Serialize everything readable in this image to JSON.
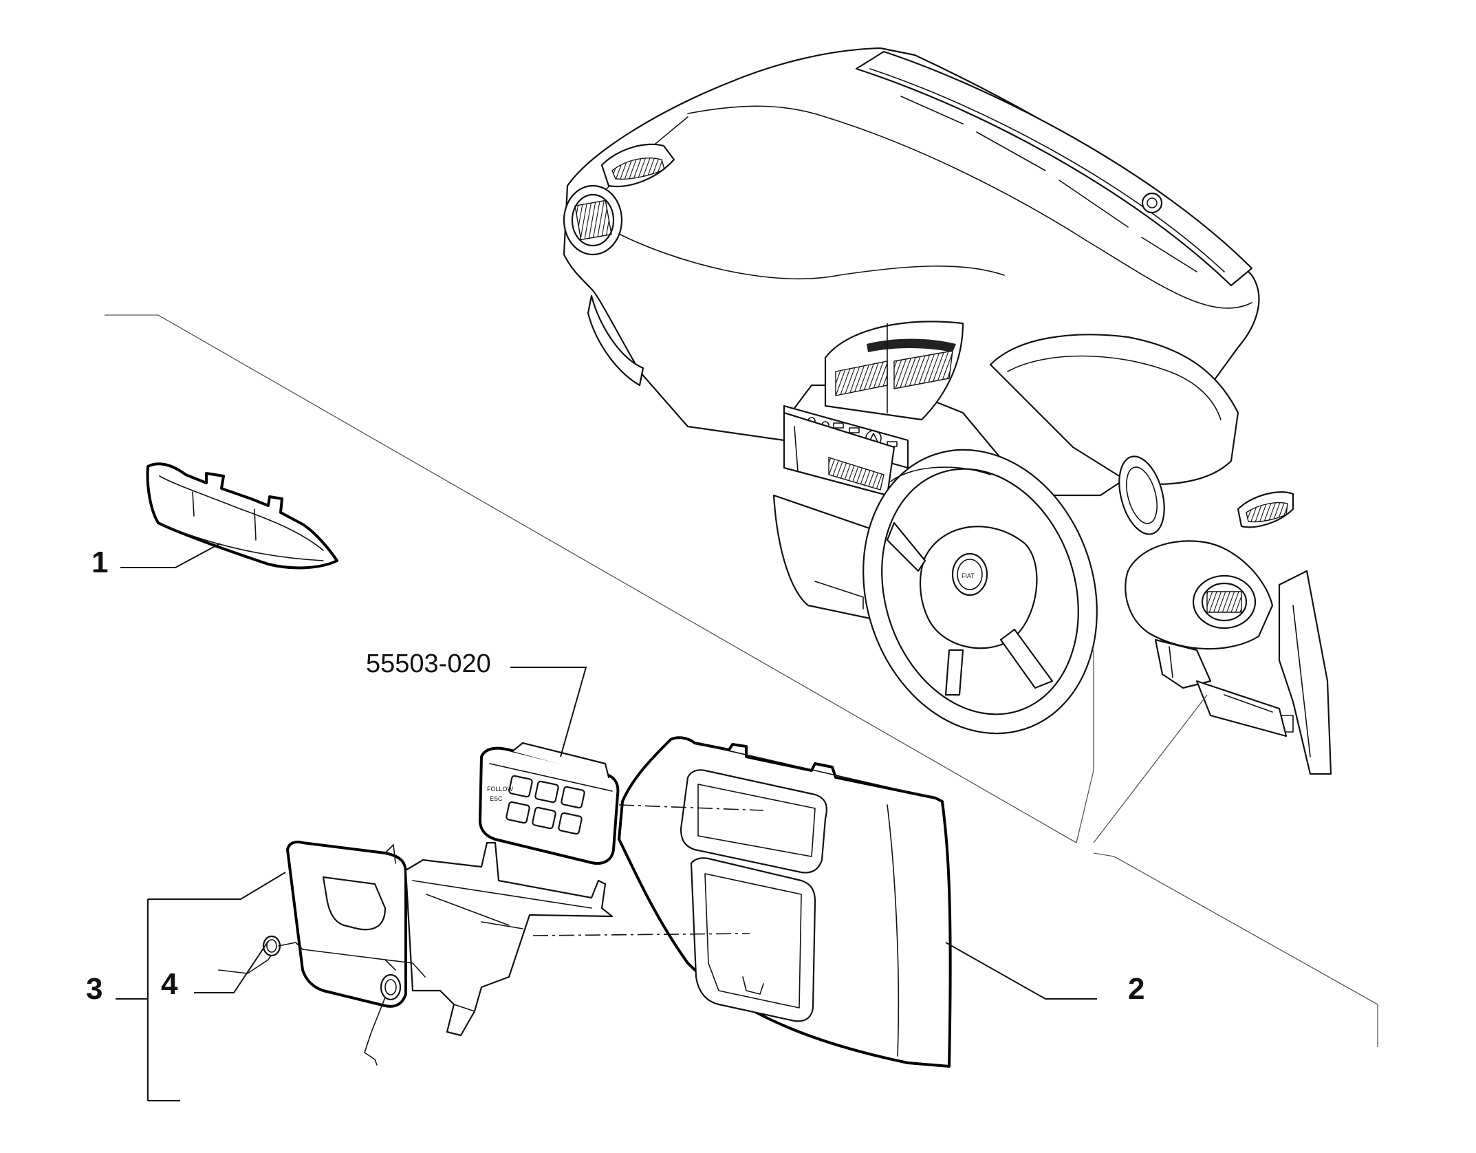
{
  "diagram": {
    "labels": {
      "part_1": "1",
      "part_2": "2",
      "part_3": "3",
      "part_4": "4",
      "reference_code": "55503-020"
    }
  }
}
